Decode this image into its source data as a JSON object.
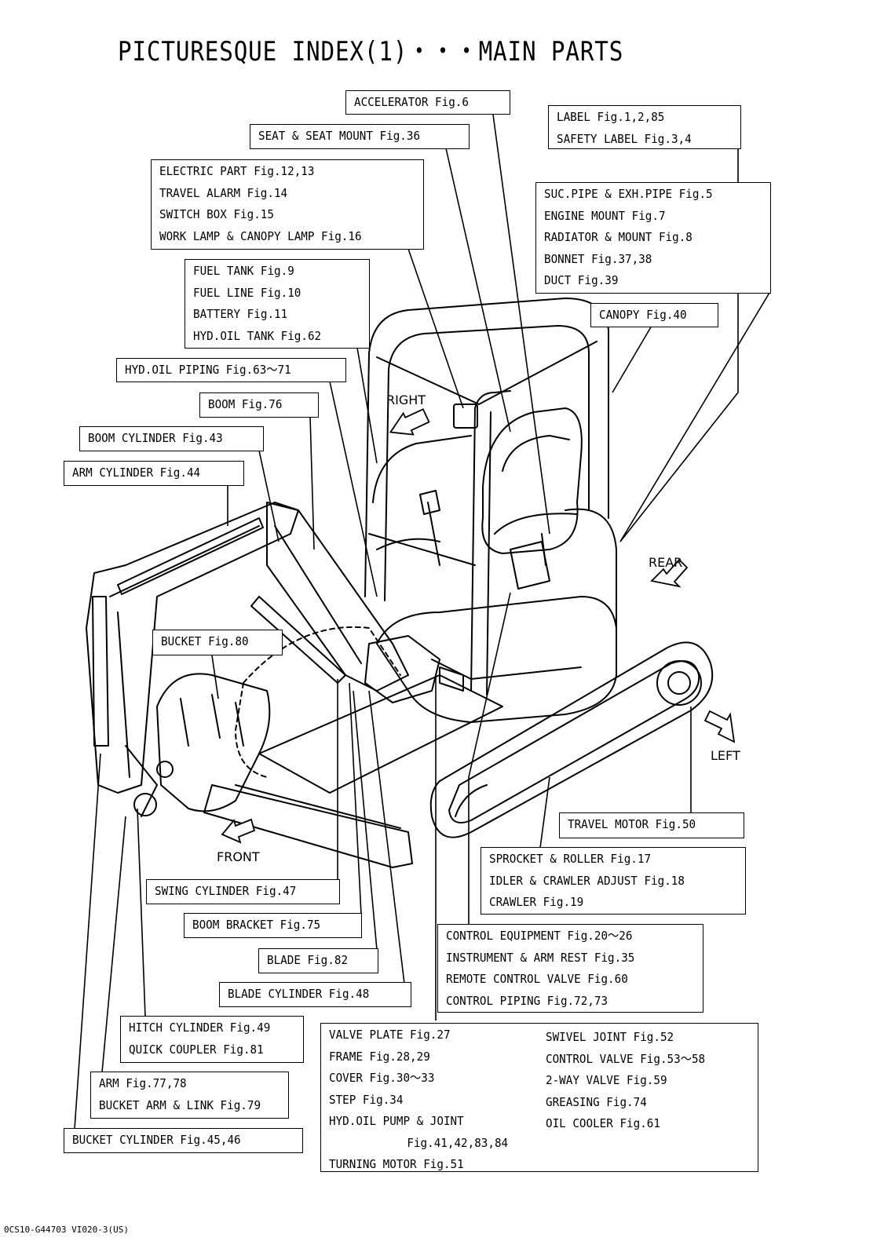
{
  "title": "PICTURESQUE INDEX(1)・・・MAIN PARTS",
  "boxes": {
    "accelerator": [
      "ACCELERATOR Fig.6"
    ],
    "label": [
      "LABEL Fig.1,2,85",
      "SAFETY LABEL Fig.3,4"
    ],
    "seat": [
      "SEAT & SEAT MOUNT Fig.36"
    ],
    "electric": [
      "ELECTRIC PART Fig.12,13",
      "TRAVEL ALARM Fig.14",
      "SWITCH BOX Fig.15",
      "WORK LAMP & CANOPY LAMP Fig.16"
    ],
    "suc_pipe": [
      "SUC.PIPE & EXH.PIPE Fig.5",
      "ENGINE MOUNT Fig.7",
      "RADIATOR & MOUNT Fig.8",
      "BONNET Fig.37,38",
      "DUCT Fig.39"
    ],
    "fuel": [
      "FUEL TANK Fig.9",
      "FUEL LINE Fig.10",
      "BATTERY Fig.11",
      "HYD.OIL TANK Fig.62"
    ],
    "canopy": [
      "CANOPY Fig.40"
    ],
    "hyd_piping": [
      "HYD.OIL PIPING Fig.63～71"
    ],
    "boom": [
      "BOOM  Fig.76"
    ],
    "boom_cyl": [
      "BOOM CYLINDER Fig.43"
    ],
    "arm_cyl": [
      "ARM CYLINDER Fig.44"
    ],
    "bucket": [
      "BUCKET Fig.80"
    ],
    "travel_motor": [
      "TRAVEL MOTOR Fig.50"
    ],
    "sprocket": [
      "SPROCKET & ROLLER Fig.17",
      "IDLER & CRAWLER ADJUST Fig.18",
      "CRAWLER Fig.19"
    ],
    "swing_cyl": [
      "SWING CYLINDER Fig.47"
    ],
    "boom_bracket": [
      "BOOM BRACKET Fig.75"
    ],
    "control": [
      "CONTROL EQUIPMENT Fig.20～26",
      "INSTRUMENT & ARM REST Fig.35",
      "REMOTE CONTROL VALVE Fig.60",
      "CONTROL PIPING Fig.72,73"
    ],
    "blade": [
      "BLADE Fig.82"
    ],
    "blade_cyl": [
      "BLADE CYLINDER Fig.48"
    ],
    "hitch": [
      "HITCH CYLINDER Fig.49",
      "QUICK COUPLER Fig.81"
    ],
    "arm": [
      "ARM Fig.77,78",
      "BUCKET ARM & LINK Fig.79"
    ],
    "bucket_cyl": [
      "BUCKET CYLINDER Fig.45,46"
    ],
    "valve_left": [
      "VALVE PLATE Fig.27",
      "FRAME Fig.28,29",
      "COVER Fig.30～33",
      "STEP Fig.34",
      "HYD.OIL PUMP & JOINT",
      "Fig.41,42,83,84",
      "TURNING MOTOR Fig.51"
    ],
    "valve_right": [
      "SWIVEL JOINT Fig.52",
      "CONTROL VALVE Fig.53～58",
      "2-WAY VALVE Fig.59",
      "GREASING Fig.74",
      "OIL COOLER Fig.61"
    ]
  },
  "directions": {
    "right": "RIGHT",
    "rear": "REAR",
    "left": "LEFT",
    "front": "FRONT"
  },
  "footer": "0CS10-G44703 VI020-3(US)"
}
